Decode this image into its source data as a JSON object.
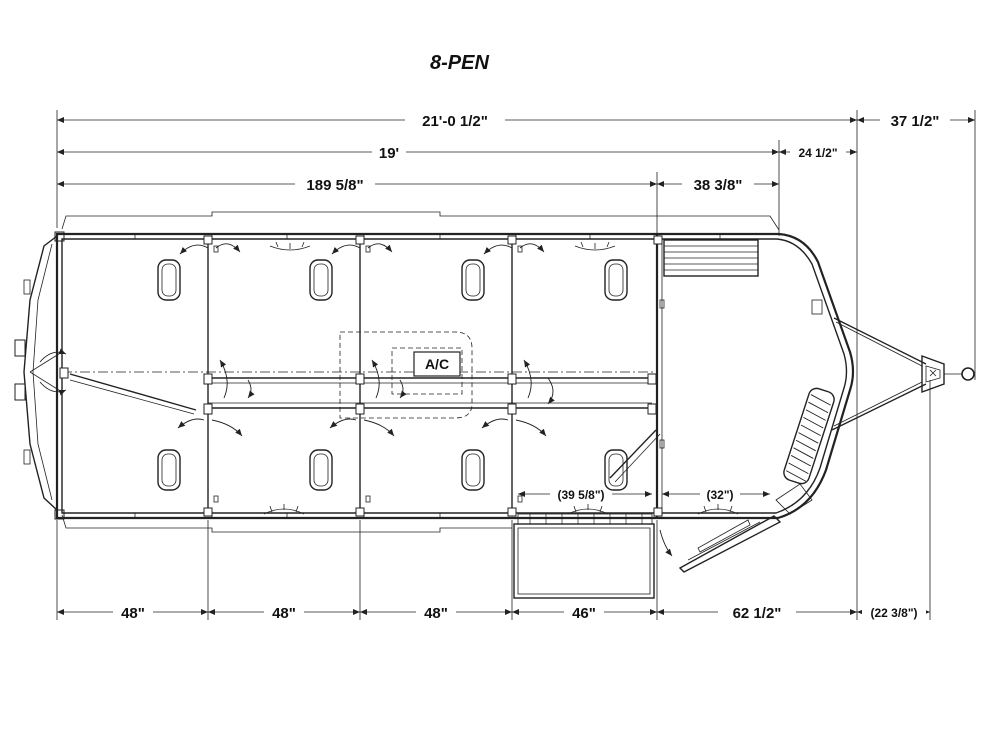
{
  "title": "8-PEN",
  "dimensions": {
    "overall_length": "21'-0 1/2\"",
    "tongue_length": "37 1/2\"",
    "body_length": "19'",
    "nose_length": "24 1/2\"",
    "pen_section_length": "189 5/8\"",
    "tack_room_length": "38 3/8\"",
    "pen_width_1": "48\"",
    "pen_width_2": "48\"",
    "pen_width_3": "48\"",
    "pen_width_4": "46\"",
    "front_section": "62 1/2\"",
    "tongue_offset": "(22 3/8\")",
    "side_door_width": "(39 5/8\")",
    "tack_door_width": "(32\")"
  },
  "labels": {
    "ac": "A/C"
  }
}
